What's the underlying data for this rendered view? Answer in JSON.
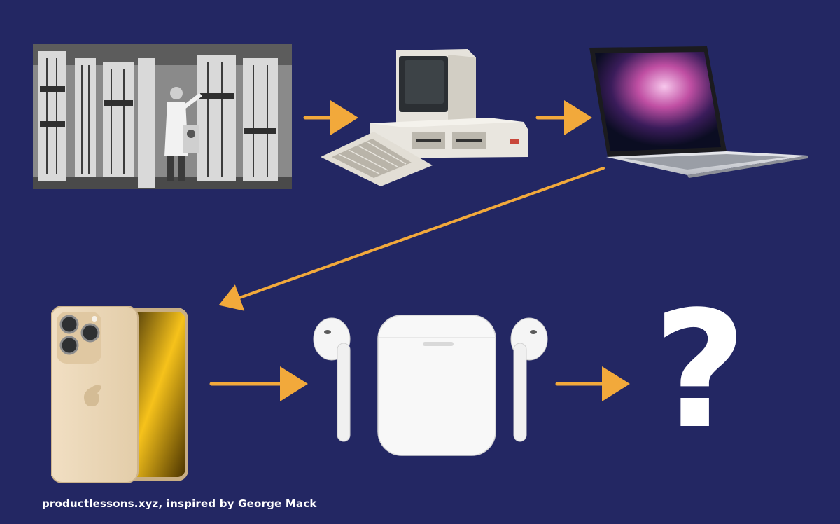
{
  "colors": {
    "background": "#232763",
    "arrow": "#f2a93b",
    "text": "#ffffff"
  },
  "diagram": {
    "nodes": [
      {
        "id": "mainframe",
        "icon": "mainframe-computer-photo"
      },
      {
        "id": "desktop",
        "icon": "desktop-pc-icon"
      },
      {
        "id": "laptop",
        "icon": "laptop-icon"
      },
      {
        "id": "smartphone",
        "icon": "smartphone-icon"
      },
      {
        "id": "earbuds",
        "icon": "wireless-earbuds-icon"
      },
      {
        "id": "unknown",
        "icon": "question-mark",
        "label": "?"
      }
    ],
    "edges": [
      {
        "from": "mainframe",
        "to": "desktop"
      },
      {
        "from": "desktop",
        "to": "laptop"
      },
      {
        "from": "laptop",
        "to": "smartphone"
      },
      {
        "from": "smartphone",
        "to": "earbuds"
      },
      {
        "from": "earbuds",
        "to": "unknown"
      }
    ]
  },
  "credit": "productlessons.xyz, inspired by George Mack"
}
